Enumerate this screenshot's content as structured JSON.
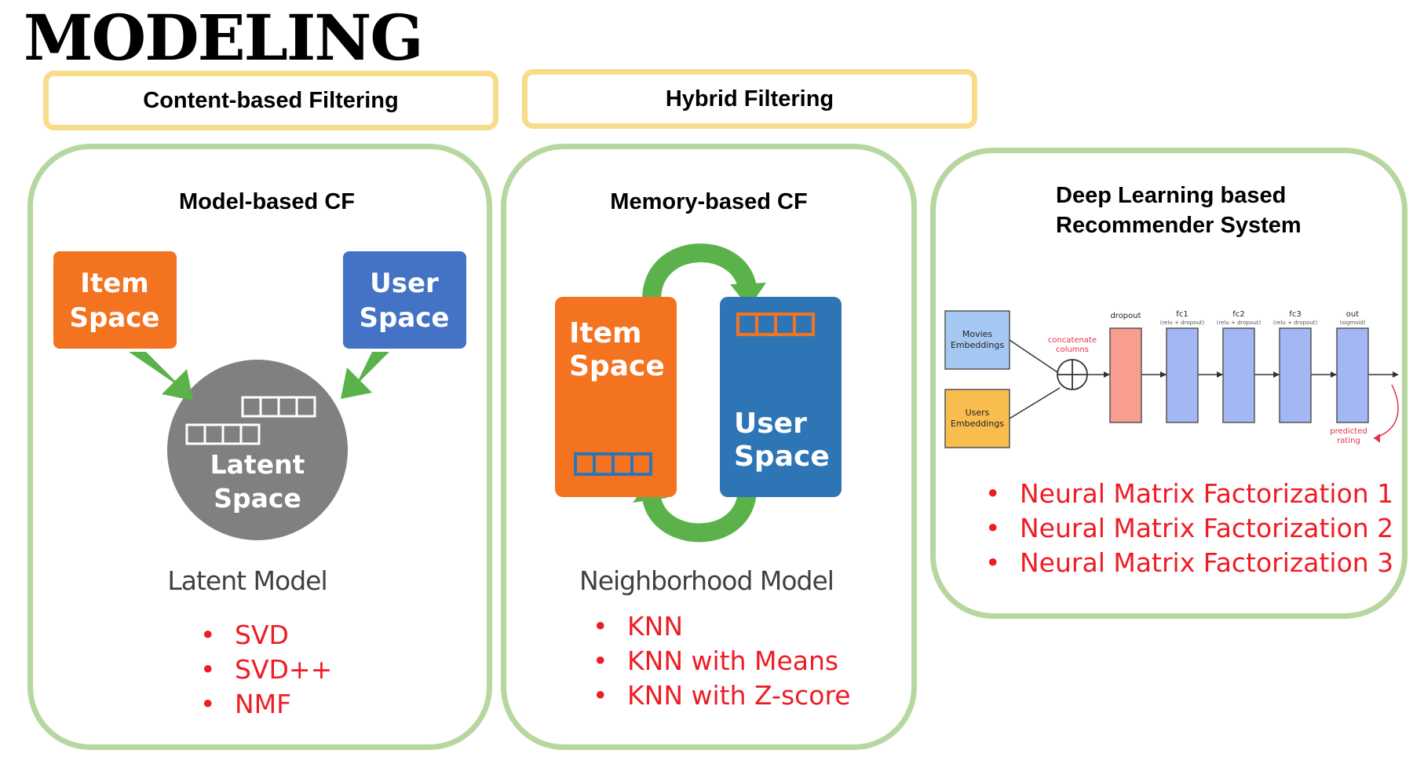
{
  "title": "MODELING",
  "pills": {
    "content_based": "Content-based Filtering",
    "hybrid": "Hybrid Filtering"
  },
  "model_based": {
    "title": "Model-based CF",
    "item_label_1": "Item",
    "item_label_2": "Space",
    "user_label_1": "User",
    "user_label_2": "Space",
    "latent_label_1": "Latent",
    "latent_label_2": "Space",
    "model_caption": "Latent Model",
    "methods": [
      "SVD",
      "SVD++",
      "NMF"
    ]
  },
  "memory_based": {
    "title": "Memory-based CF",
    "item_label_1": "Item",
    "item_label_2": "Space",
    "user_label_1": "User",
    "user_label_2": "Space",
    "model_caption": "Neighborhood Model",
    "methods": [
      "KNN",
      "KNN with Means",
      "KNN with Z-score"
    ]
  },
  "deep_learning": {
    "title_line1": "Deep Learning based",
    "title_line2": "Recommender System",
    "diagram": {
      "movies_1": "Movies",
      "movies_2": "Embeddings",
      "users_1": "Users",
      "users_2": "Embeddings",
      "concat_1": "concatenate",
      "concat_2": "columns",
      "dropout": "dropout",
      "fc1": "fc1",
      "fc1_sub": "(relu + dropout)",
      "fc2": "fc2",
      "fc2_sub": "(relu + dropout)",
      "fc3": "fc3",
      "fc3_sub": "(relu + dropout)",
      "out": "out",
      "out_sub": "(sigmoid)",
      "predicted_1": "predicted",
      "predicted_2": "rating"
    },
    "methods": [
      "Neural Matrix Factorization 1",
      "Neural Matrix Factorization 2",
      "Neural Matrix Factorization 3"
    ]
  },
  "colors": {
    "orange": "#f47320",
    "blue": "#4472c4",
    "dark_blue": "#2e75b6",
    "green_arrow": "#5bb24a",
    "gray": "#7f7f7f",
    "red": "#ee1c25",
    "panel_border": "#b6d7a0",
    "pill_border": "#f8dc8a"
  }
}
